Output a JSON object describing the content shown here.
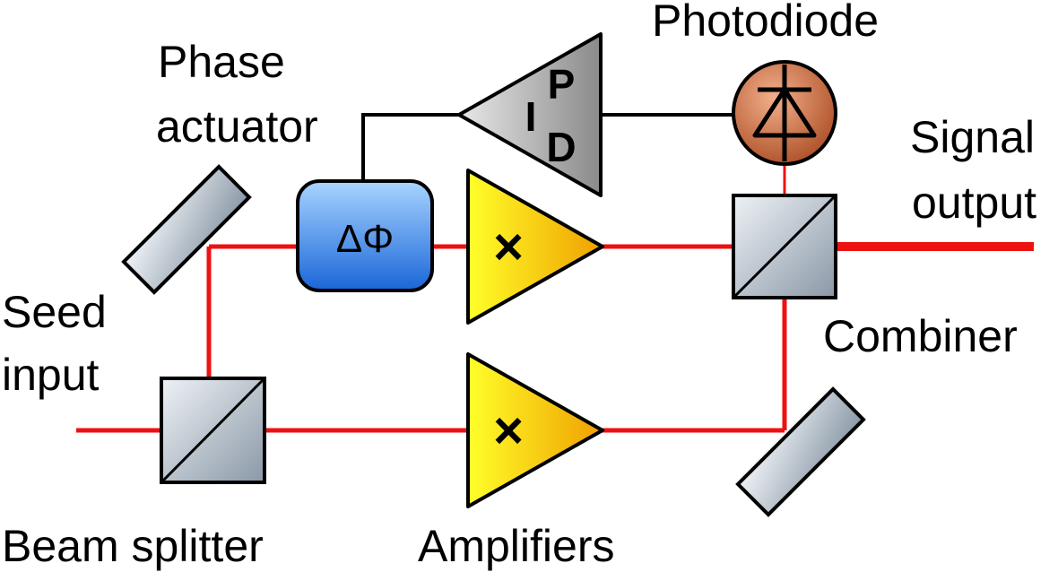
{
  "labels": {
    "phase": "Phase",
    "actuator": "actuator",
    "photodiode": "Photodiode",
    "signal": "Signal",
    "output": "output",
    "seed": "Seed",
    "input": "input",
    "combiner": "Combiner",
    "beam_splitter": "Beam splitter",
    "amplifiers": "Amplifiers"
  },
  "symbols": {
    "phase_shift": "ΔΦ",
    "pid_p": "P",
    "pid_i": "I",
    "pid_d": "D",
    "amp_top": "×",
    "amp_bottom": "×"
  },
  "colors": {
    "beam": "#ee1111",
    "amplifier": "#f5c800",
    "actuator": "#3a88e8",
    "photodiode": "#b85a34",
    "optics": "#c4ccd4",
    "controller": "#b8b8b8"
  }
}
